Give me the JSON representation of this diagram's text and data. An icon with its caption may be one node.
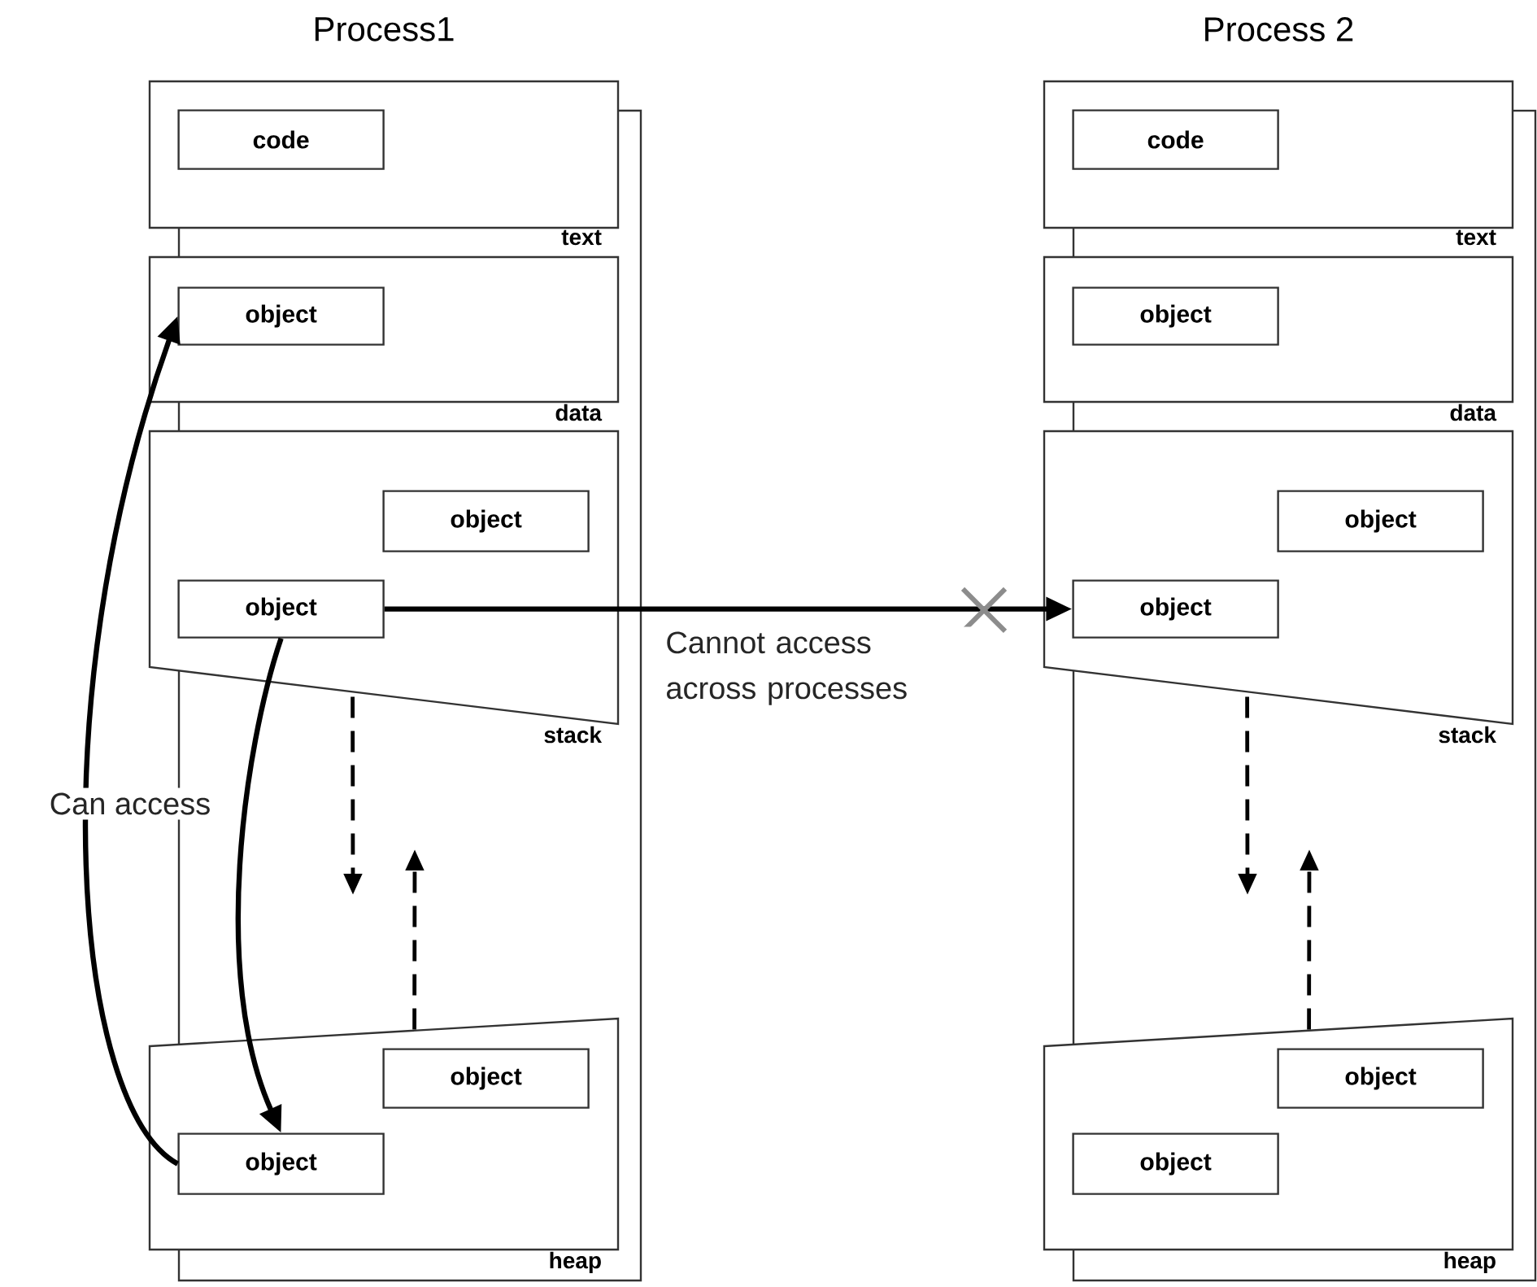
{
  "diagram": {
    "nodes": [
      {
        "text": [
          "text"
        ]
      },
      {
        "text": [
          "code"
        ],
        "in": 0
      },
      {
        "text": [
          "data"
        ]
      },
      {
        "text": [
          "object"
        ],
        "in": 2
      },
      {
        "text": [
          "stack"
        ]
      },
      {
        "text": [
          "object"
        ],
        "in": 4
      },
      {
        "text": [
          "object"
        ],
        "in": 4
      },
      {
        "text": [
          "heap"
        ]
      },
      {
        "text": [
          "object"
        ],
        "in": 7
      },
      {
        "text": [
          "object"
        ],
        "in": 7
      },
      {
        "text": [
          "text"
        ]
      },
      {
        "text": [
          "code"
        ],
        "in": 10
      },
      {
        "text": [
          "data"
        ]
      },
      {
        "text": [
          "object"
        ],
        "in": 12
      },
      {
        "text": [
          "stack"
        ]
      },
      {
        "text": [
          "object"
        ],
        "in": 14
      },
      {
        "text": [
          "object"
        ],
        "in": 14
      },
      {
        "text": [
          "heap"
        ]
      },
      {
        "text": [
          "object"
        ],
        "in": 17
      },
      {
        "text": [
          "object"
        ],
        "in": 17
      }
    ],
    "edges": [
      {
        "from": 6,
        "to": 9,
        "arrow": "to",
        "label": "Can access"
      },
      {
        "from": 9,
        "to": 3,
        "arrow": "to"
      },
      {
        "from": 6,
        "to": 16,
        "arrow": "to",
        "label": "Cannot access across processes"
      },
      {
        "from": 4,
        "to": null,
        "arrow": "to",
        "style": "dashed"
      },
      {
        "from": 7,
        "to": null,
        "arrow": "to",
        "style": "dashed"
      },
      {
        "from": 14,
        "to": null,
        "arrow": "to",
        "style": "dashed"
      },
      {
        "from": 17,
        "to": null,
        "arrow": "to",
        "style": "dashed"
      }
    ],
    "labels": [
      "Process1",
      "Process 2"
    ]
  }
}
